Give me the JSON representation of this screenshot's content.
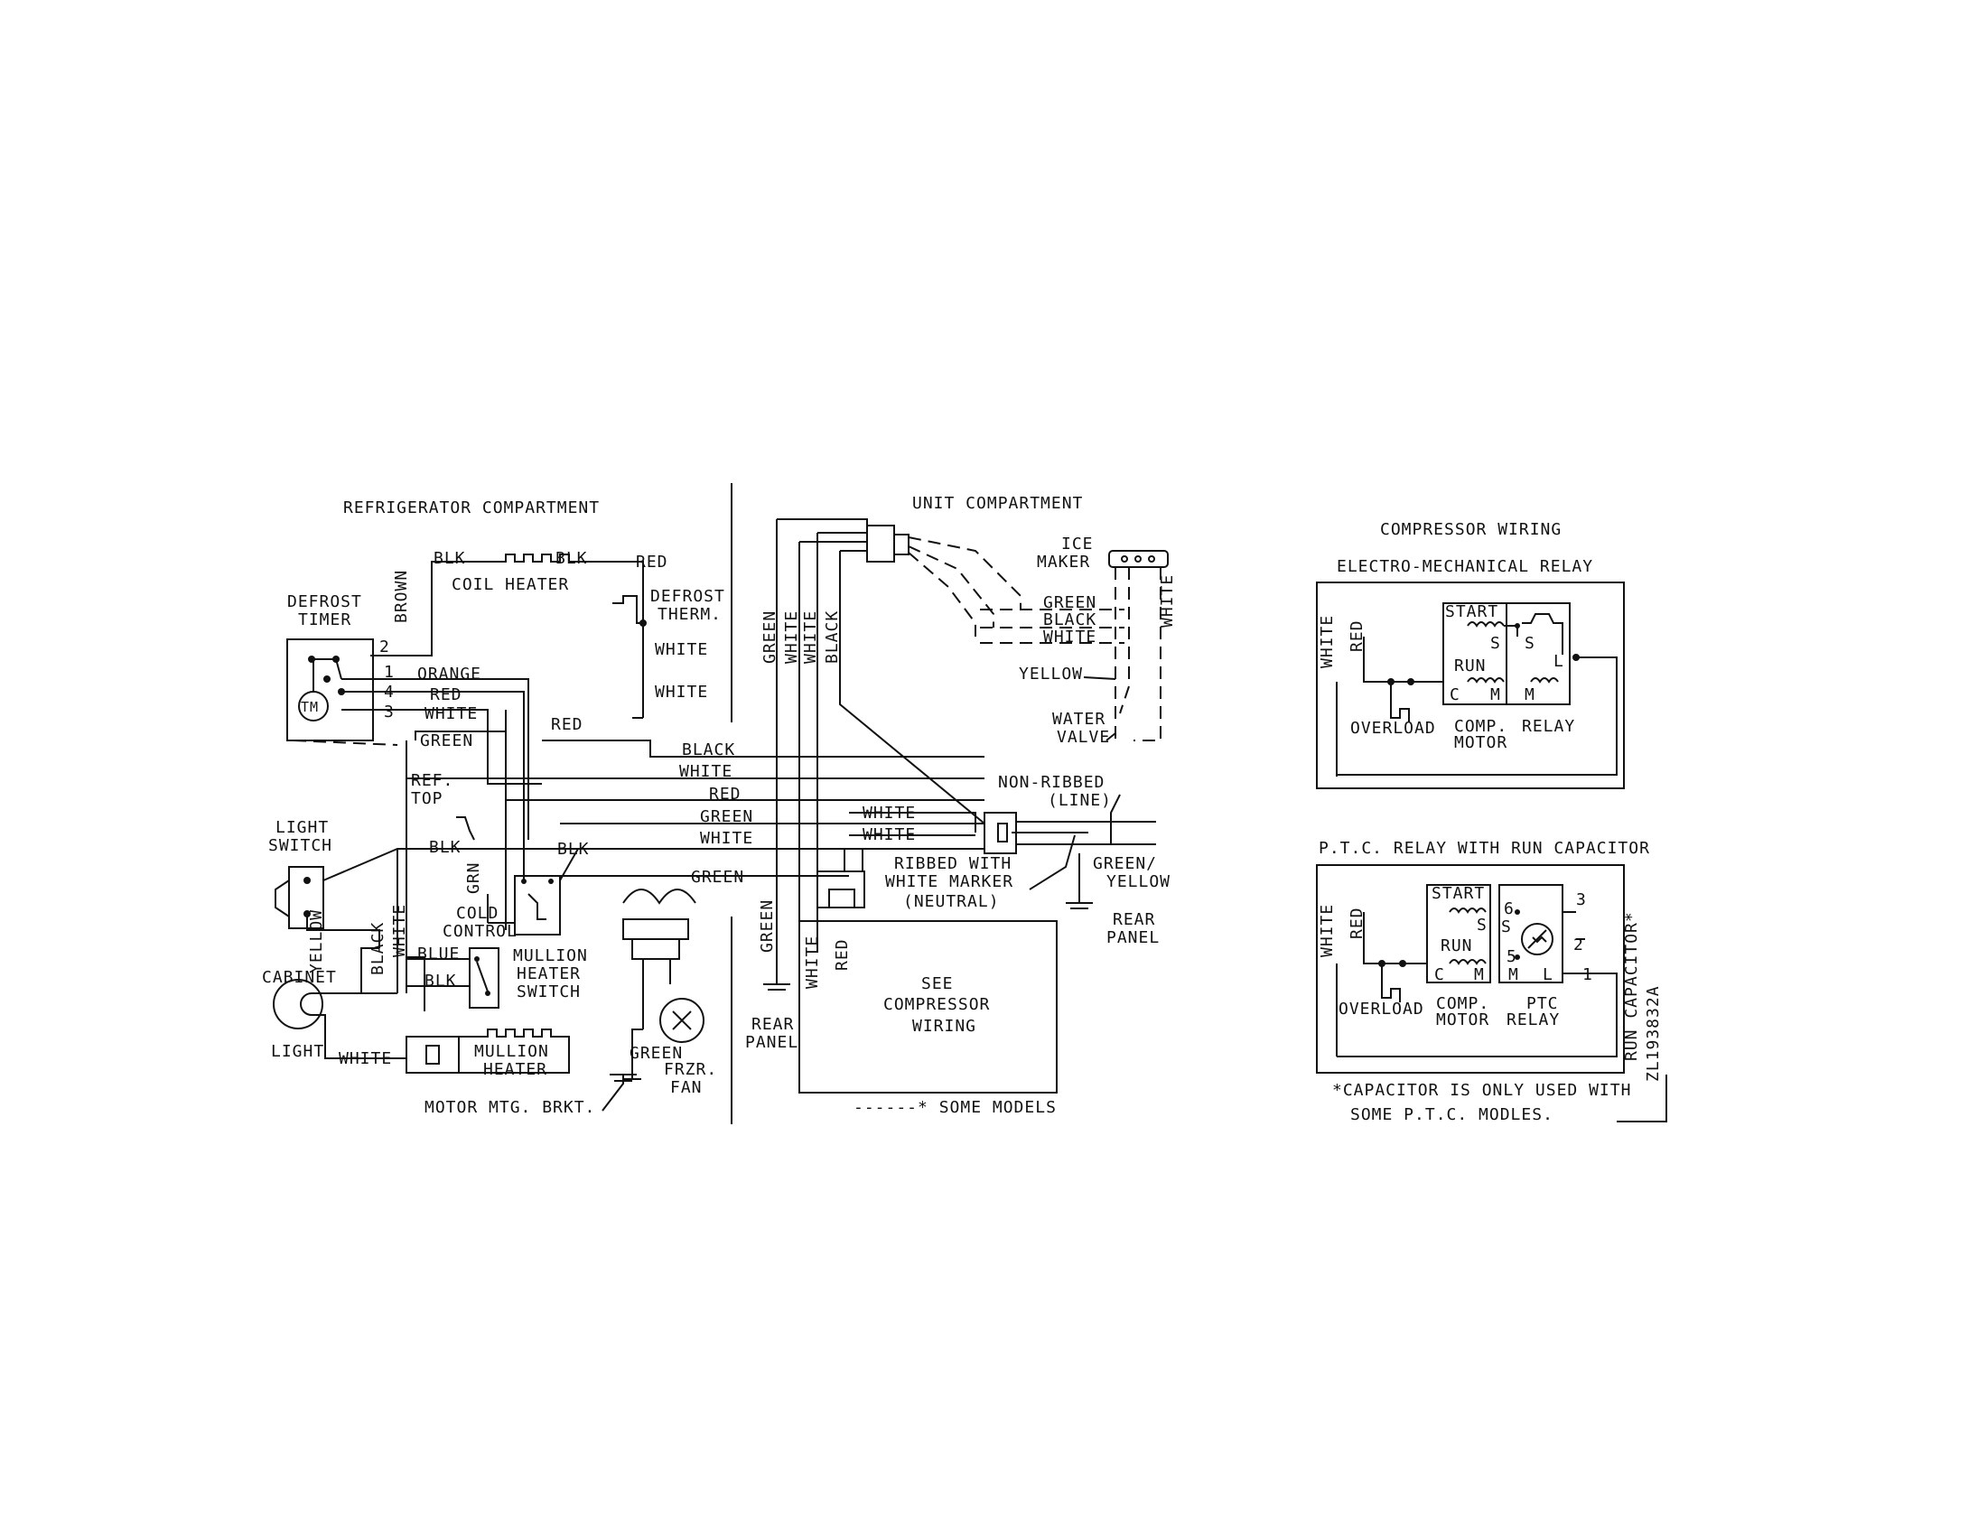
{
  "sections": {
    "refrigerator_compartment": "REFRIGERATOR COMPARTMENT",
    "unit_compartment": "UNIT COMPARTMENT",
    "compressor_wiring": "COMPRESSOR WIRING",
    "electro_mechanical_relay": "ELECTRO-MECHANICAL RELAY",
    "ptc_relay": "P.T.C. RELAY WITH RUN CAPACITOR"
  },
  "components": {
    "defrost_timer_1": "DEFROST",
    "defrost_timer_2": "TIMER",
    "tm": "TM",
    "coil_heater": "COIL HEATER",
    "defrost_therm_1": "DEFROST",
    "defrost_therm_2": "THERM.",
    "light_switch_1": "LIGHT",
    "light_switch_2": "SWITCH",
    "cabinet": "CABINET",
    "light": "LIGHT",
    "ref_top_1": "REF.",
    "ref_top_2": "TOP",
    "cold_control_1": "COLD",
    "cold_control_2": "CONTROL",
    "mullion_heater_switch_1": "MULLION",
    "mullion_heater_switch_2": "HEATER",
    "mullion_heater_switch_3": "SWITCH",
    "mullion_heater_1": "MULLION",
    "mullion_heater_2": "HEATER",
    "motor_mtg_brkt": "MOTOR MTG. BRKT.",
    "frzr_fan_1": "FRZR.",
    "frzr_fan_2": "FAN",
    "rear_panel_1": "REAR",
    "rear_panel_2": "PANEL",
    "ice_maker_1": "ICE",
    "ice_maker_2": "MAKER",
    "water_valve_1": "WATER",
    "water_valve_2": "VALVE",
    "non_ribbed_1": "NON-RIBBED",
    "non_ribbed_2": "(LINE)",
    "ribbed_1": "RIBBED WITH",
    "ribbed_2": "WHITE MARKER",
    "ribbed_3": "(NEUTRAL)",
    "green_yellow_1": "GREEN/",
    "green_yellow_2": "YELLOW",
    "see_compressor_1": "SEE",
    "see_compressor_2": "COMPRESSOR",
    "see_compressor_3": "WIRING",
    "some_models": "------* SOME MODELS",
    "overload": "OVERLOAD",
    "start": "START",
    "run": "RUN",
    "comp": "COMP.",
    "motor": "MOTOR",
    "relay": "RELAY",
    "ptc": "PTC",
    "run_capacitor": "RUN CAPACITOR*",
    "part_number": "ZL193832A",
    "footnote_1": "*CAPACITOR IS ONLY USED WITH",
    "footnote_2": "SOME P.T.C. MODLES."
  },
  "terminals": {
    "t1": "1",
    "t2": "2",
    "t3": "3",
    "t4": "4",
    "t5": "5",
    "t6": "6",
    "s": "S",
    "c": "C",
    "m": "M",
    "l": "L"
  },
  "wires": {
    "blk": "BLK",
    "brown": "BROWN",
    "red": "RED",
    "white": "WHITE",
    "orange": "ORANGE",
    "green": "GREEN",
    "black": "BLACK",
    "yellow": "YELLOW",
    "blue": "BLUE",
    "grn": "GRN"
  }
}
